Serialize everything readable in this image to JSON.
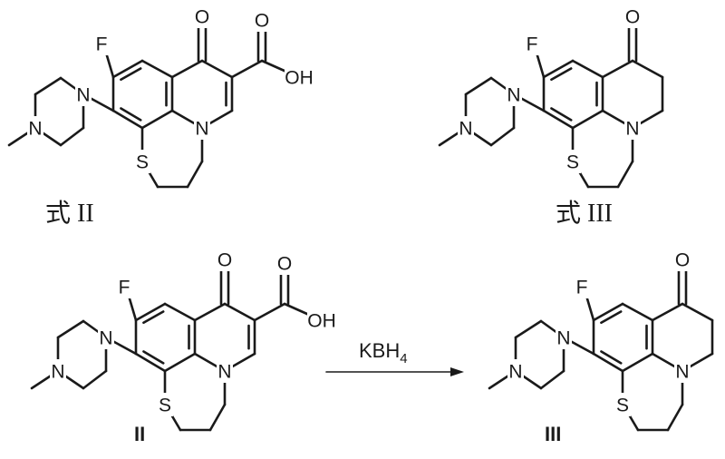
{
  "captions": {
    "top_left": "式 II",
    "top_right": "式 III"
  },
  "compound_labels": {
    "bottom_left": "II",
    "bottom_right": "III"
  },
  "reaction": {
    "reagent_main": "KBH",
    "reagent_subscript": "4"
  },
  "atoms": {
    "F": "F",
    "O": "O",
    "OH": "OH",
    "N": "N",
    "S": "S"
  },
  "structures": {
    "acid": "Formula II: fluoroquinolone carboxylic acid with 4-methylpiperazinyl and thiazine ring",
    "ketone": "Formula III: decarboxylated dihydro ketone"
  }
}
